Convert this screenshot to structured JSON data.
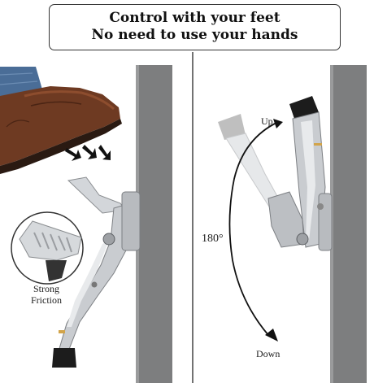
{
  "banner": {
    "line1": "Control with your feet",
    "line2": "No need to use your hands"
  },
  "labels": {
    "strong_friction_1": "Strong",
    "strong_friction_2": "Friction",
    "rotation": "180°",
    "up": "Up",
    "down": "Down"
  },
  "colors": {
    "wall": "#7d7e7f",
    "metal": "#c9ccd0",
    "rubber": "#1c1c1c",
    "shoe": "#6e3a22",
    "jeans": "#4a6d97"
  },
  "icons": [
    "shoe-icon",
    "press-arrows-icon",
    "rotation-arc-icon",
    "magnifier-circle-icon"
  ]
}
